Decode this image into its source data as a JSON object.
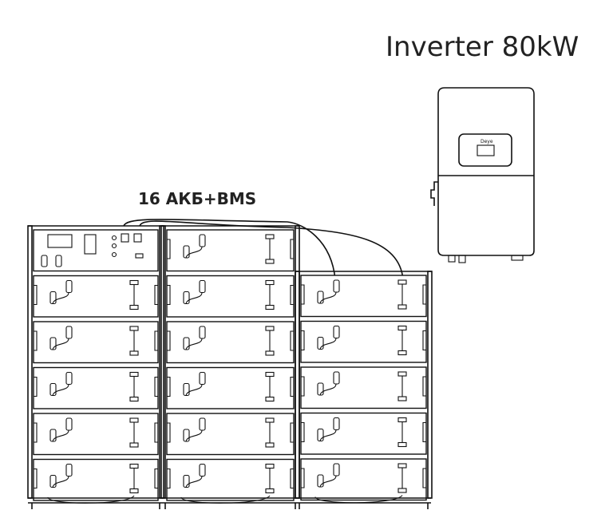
{
  "title": "Inverter 80kW",
  "battery_label": "16 АКБ+BMS",
  "inverter": {
    "brand_mark": "Deye"
  },
  "battery_system": {
    "racks": 3,
    "modules_per_rack": [
      6,
      6,
      5
    ],
    "total_modules": 16,
    "bms_units": 1
  }
}
